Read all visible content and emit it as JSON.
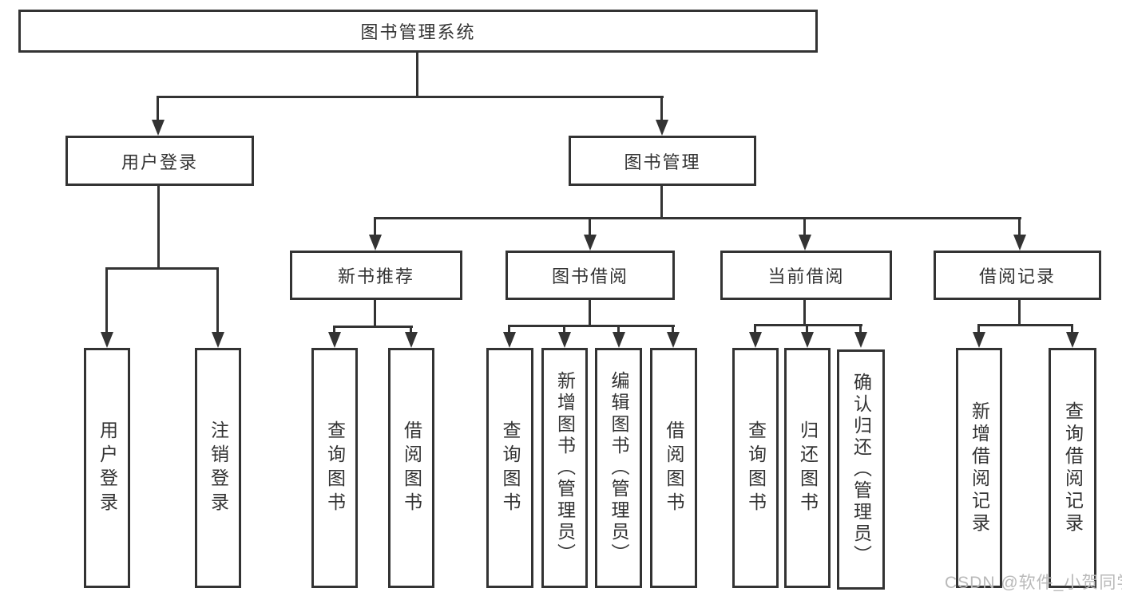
{
  "tree": {
    "root": "图书管理系统",
    "branches": [
      {
        "label": "用户登录",
        "children": [
          {
            "label": "用户登录"
          },
          {
            "label": "注销登录"
          }
        ]
      },
      {
        "label": "图书管理",
        "children": [
          {
            "label": "新书推荐",
            "children": [
              {
                "label": "查询图书"
              },
              {
                "label": "借阅图书"
              }
            ]
          },
          {
            "label": "图书借阅",
            "children": [
              {
                "label": "查询图书"
              },
              {
                "label": "新增图书（管理员）"
              },
              {
                "label": "编辑图书（管理员）"
              },
              {
                "label": "借阅图书"
              }
            ]
          },
          {
            "label": "当前借阅",
            "children": [
              {
                "label": "查询图书"
              },
              {
                "label": "归还图书"
              },
              {
                "label": "确认归还（管理员）"
              }
            ]
          },
          {
            "label": "借阅记录",
            "children": [
              {
                "label": "新增借阅记录"
              },
              {
                "label": "查询借阅记录"
              }
            ]
          }
        ]
      }
    ]
  },
  "watermark": "CSDN @软件_小贺同学",
  "colors": {
    "line": "#333333",
    "text": "#333333",
    "watermark": "#b9b9b9",
    "background": "#ffffff"
  }
}
